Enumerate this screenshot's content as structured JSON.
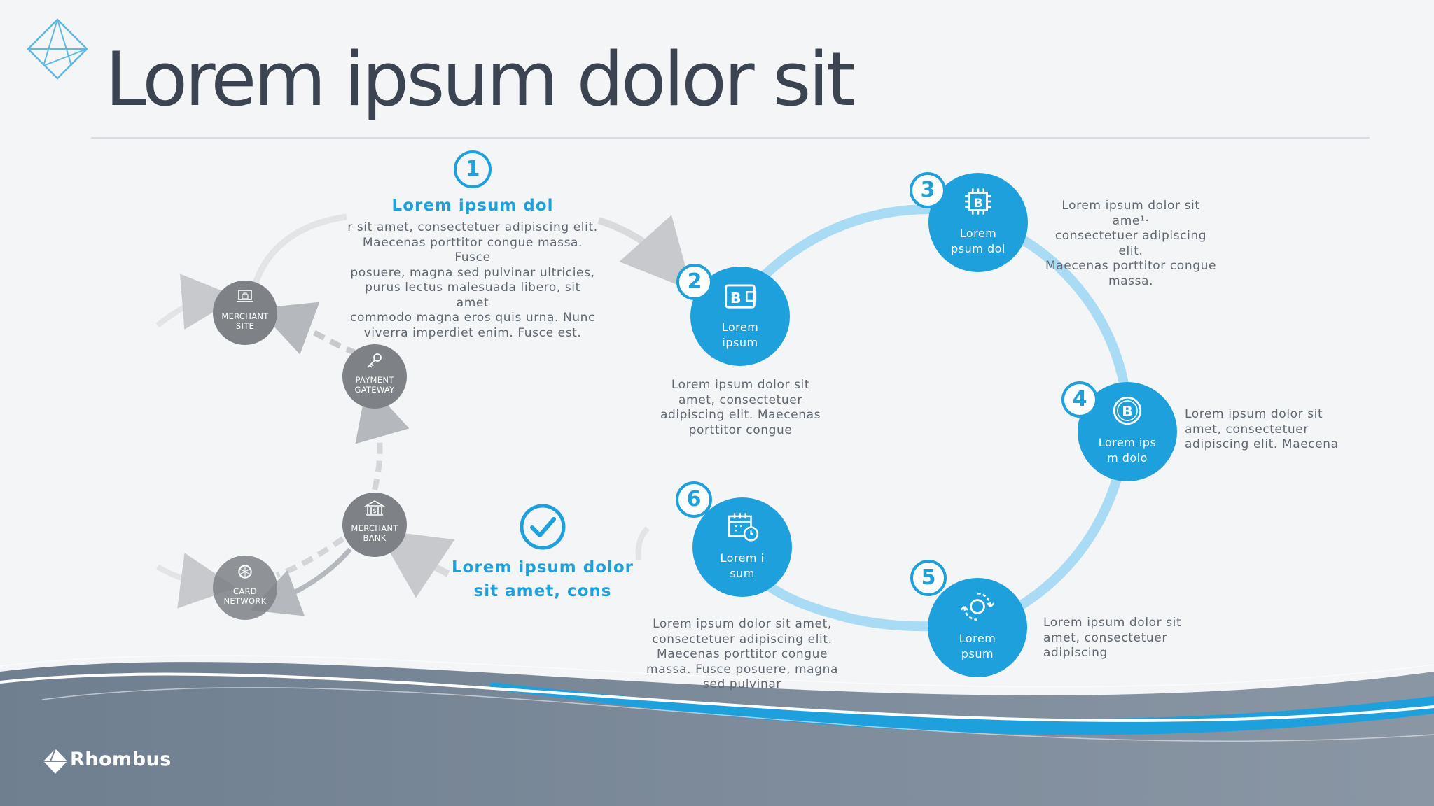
{
  "title": "Lorem ipsum dolor sit",
  "brand": "Rhombus",
  "colors": {
    "accent": "#1ea0dd",
    "ring": "#a9dcf4",
    "gray_node": "#7e8186",
    "text": "#3b4450",
    "footer": "#7a8898"
  },
  "left_cycle": {
    "nodes": [
      {
        "lines": [
          "MERCHANT",
          "SITE"
        ],
        "icon": "laptop-bag-icon"
      },
      {
        "lines": [
          "PAYMENT",
          "GATEWAY"
        ],
        "icon": "key-icon"
      },
      {
        "lines": [
          "MERCHANT",
          "BANK"
        ],
        "icon": "bank-icon"
      },
      {
        "lines": [
          "CARD",
          "NETWORK"
        ],
        "icon": "network-icon"
      }
    ]
  },
  "step1": {
    "number": "1",
    "heading": "Lorem ipsum dol",
    "text": [
      "r sit amet, consectetuer adipiscing elit.",
      "Maecenas porttitor congue massa. Fusce",
      "posuere, magna sed pulvinar ultricies,",
      "purus lectus malesuada libero, sit amet",
      "commodo magna eros quis urna. Nunc",
      "viverra imperdiet enim. Fusce est."
    ]
  },
  "check": {
    "icon": "checkmark-icon",
    "heading": [
      "Lorem ipsum dolor",
      "sit amet, cons"
    ]
  },
  "steps": [
    {
      "number": "2",
      "icon": "bitcoin-wallet-icon",
      "label": [
        "Lorem",
        "ipsum"
      ],
      "text": [
        "Lorem ipsum dolor sit",
        "amet, consectetuer",
        "adipiscing elit. Maecenas",
        "porttitor congue"
      ]
    },
    {
      "number": "3",
      "icon": "bitcoin-chip-icon",
      "label": [
        "Lorem",
        "psum dol"
      ],
      "text": [
        "Lorem ipsum dolor sit ame¹·",
        "consectetuer adipiscing elit.",
        "Maecenas porttitor congue",
        "massa."
      ]
    },
    {
      "number": "4",
      "icon": "bitcoin-coin-icon",
      "label": [
        "Lorem ips",
        "m dolo"
      ],
      "text": [
        "Lorem ipsum dolor sit",
        "amet, consectetuer",
        "adipiscing elit. Maecena"
      ]
    },
    {
      "number": "5",
      "icon": "refresh-cycle-icon",
      "label": [
        "Lorem",
        "psum"
      ],
      "text": [
        "Lorem ipsum dolor sit",
        "amet, consectetuer",
        "adipiscing"
      ]
    },
    {
      "number": "6",
      "icon": "calendar-clock-icon",
      "label": [
        "Lorem i",
        "sum"
      ],
      "text": [
        "Lorem ipsum dolor sit amet,",
        "consectetuer adipiscing elit.",
        "Maecenas porttitor congue",
        "massa. Fusce posuere, magna",
        "sed pulvinar"
      ]
    }
  ]
}
